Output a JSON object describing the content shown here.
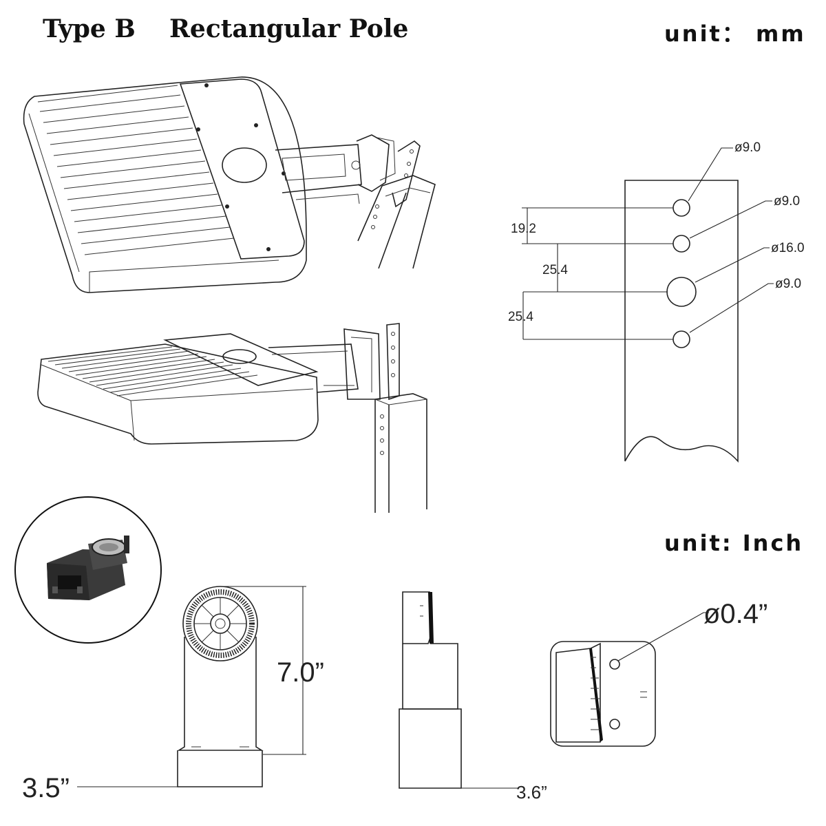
{
  "header": {
    "type_label": "Type B",
    "pole_label": "Rectangular  Pole",
    "unit_mm": "unit： mm",
    "unit_inch": "unit:  Inch"
  },
  "pole_holes": {
    "hole1": "ø9.0",
    "hole2": "ø9.0",
    "hole3": "ø16.0",
    "hole4": "ø9.0",
    "spacing1": "19.2",
    "spacing2": "25.4",
    "spacing3": "25.4"
  },
  "adapter": {
    "height": "7.0”",
    "width": "3.5”",
    "depth": "3.6”",
    "hole": "ø0.4”"
  }
}
